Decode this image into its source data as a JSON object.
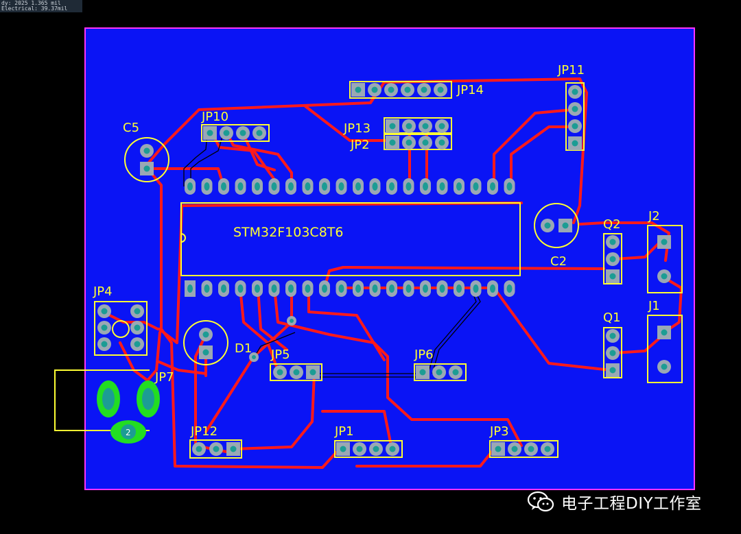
{
  "status": {
    "line1": "dy: 2025 1.365 mil",
    "line2": "Electrical: 39.37mil"
  },
  "colors": {
    "background": "#000000",
    "board": "#0a14f5",
    "outline": "#ff33ff",
    "trace": "#ff1a1a",
    "silk": "#ffff33",
    "pad": "#9aa8b4",
    "drill": "#1c9c94"
  },
  "labels": {
    "chip": "STM32F103C8T6",
    "jp14": "JP14",
    "jp11": "JP11",
    "jp10": "JP10",
    "jp13": "JP13",
    "jp2": "JP2",
    "c5": "C5",
    "c2": "C2",
    "q2": "Q2",
    "j2": "J2",
    "j1": "J1",
    "q1": "Q1",
    "jp4": "JP4",
    "d1": "D1",
    "jp5": "JP5",
    "jp6": "JP6",
    "jp7": "JP7",
    "jp12": "JP12",
    "jp1": "JP1",
    "jp3": "JP3",
    "jp7_pad": "2"
  },
  "watermark": {
    "icon": "wechat-icon",
    "text": "电子工程DIY工作室"
  }
}
